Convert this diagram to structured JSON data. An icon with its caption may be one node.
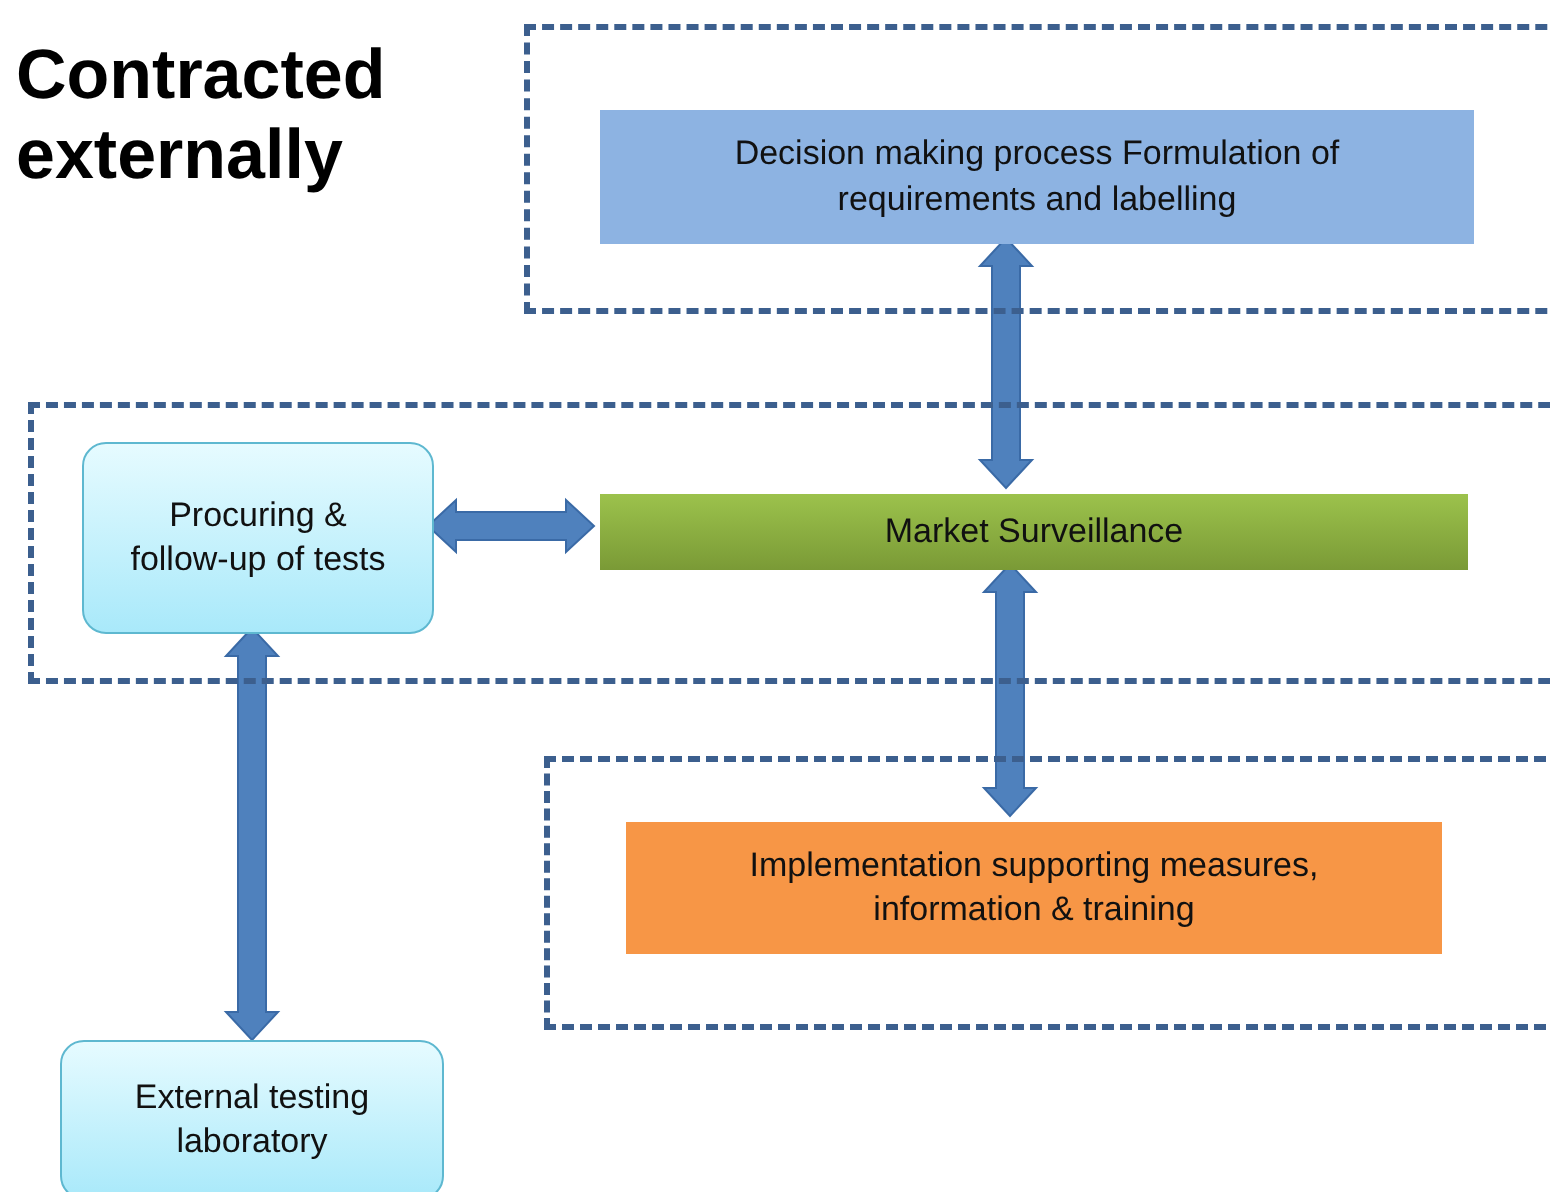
{
  "diagram": {
    "title": "Contracted externally",
    "nodes": [
      {
        "text": [],
        "shape": "box"
      },
      {
        "text": [
          "Decision making process Formulation of requirements and labelling"
        ],
        "in": 0
      },
      {
        "text": [],
        "shape": "box"
      },
      {
        "text": [
          "Procuring & follow-up of tests"
        ],
        "in": 2
      },
      {
        "text": [
          "Market Surveillance"
        ],
        "in": 2
      },
      {
        "text": [],
        "shape": "box"
      },
      {
        "text": [
          "Implementation supporting measures, information & training"
        ],
        "in": 5
      },
      {
        "text": [
          "External testing laboratory"
        ]
      }
    ],
    "edges": [
      {
        "from": 1,
        "to": 4,
        "arrow": "both"
      },
      {
        "from": 3,
        "to": 4,
        "arrow": "both"
      },
      {
        "from": 4,
        "to": 6,
        "arrow": "both"
      },
      {
        "from": 3,
        "to": 7,
        "arrow": "both"
      }
    ]
  }
}
